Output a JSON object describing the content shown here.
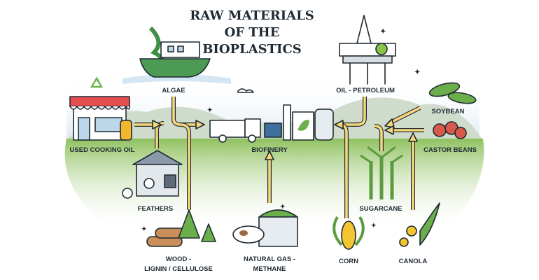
{
  "title": {
    "line1": "RAW MATERIALS",
    "line2": "OF THE",
    "line3": "BIOPLASTICS"
  },
  "center": {
    "label": "BIOFINERY"
  },
  "sources": {
    "algae": "ALGAE",
    "oil": "OIL - PETROLEUM",
    "soybean": "SOYBEAN",
    "castor": "CASTOR BEANS",
    "used_oil": "USED COOKING OIL",
    "feathers": "FEATHERS",
    "sugarcane": "SUGARCANE",
    "wood_1": "WOOD -",
    "wood_2": "LIGNIN / CELLULOSE",
    "gas_1": "NATURAL GAS -",
    "gas_2": "METHANE",
    "corn": "CORN",
    "canola": "CANOLA"
  },
  "colors": {
    "arrow": "#f6d87a",
    "ground": "#9cc86a",
    "sky": "#e3eef6",
    "hill": "#c9d8c6",
    "ink": "#1f2a33"
  }
}
